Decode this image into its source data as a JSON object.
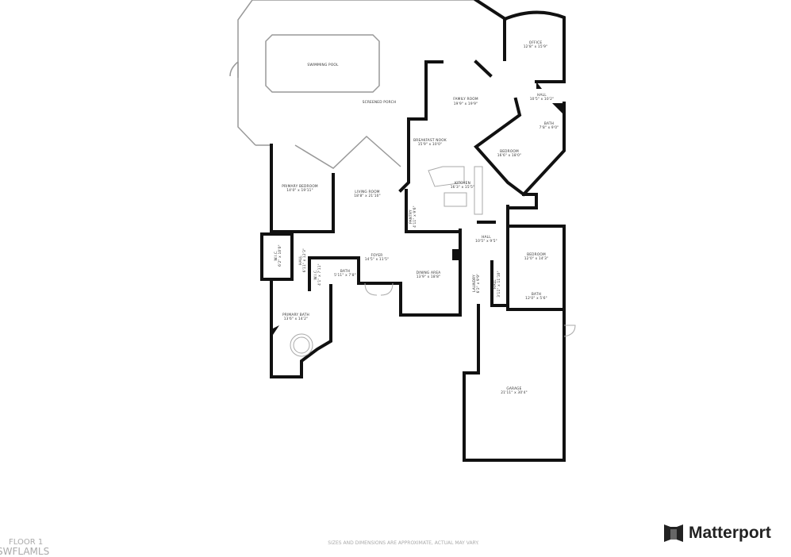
{
  "floor_label": "FLOOR 1",
  "source_label": "SWFLAMLS",
  "disclaimer": "SIZES AND DIMENSIONS ARE APPROXIMATE, ACTUAL MAY VARY.",
  "brand": "Matterport",
  "rooms": {
    "pool": {
      "name": "SWIMMING POOL",
      "dim": ""
    },
    "porch": {
      "name": "SCREENED PORCH",
      "dim": ""
    },
    "family": {
      "name": "FAMILY ROOM",
      "dim": "19'9\" x 19'9\""
    },
    "nook": {
      "name": "BREAKFAST NOOK",
      "dim": "15'9\" x 10'0\""
    },
    "kitchen": {
      "name": "KITCHEN",
      "dim": "16'3\" x 15'5\""
    },
    "office": {
      "name": "OFFICE",
      "dim": "12'8\" x 15'9\""
    },
    "hall_ne": {
      "name": "HALL",
      "dim": "10'5\" x 10'2\""
    },
    "bath_ne": {
      "name": "BATH",
      "dim": "7'8\" x 9'0\""
    },
    "bedroom_ne": {
      "name": "BEDROOM",
      "dim": "16'6\" x 18'0\""
    },
    "primary_bedroom": {
      "name": "PRIMARY BEDROOM",
      "dim": "14'0\" x 19'11\""
    },
    "living": {
      "name": "LIVING ROOM",
      "dim": "18'8\" x 21'10\""
    },
    "pantry": {
      "name": "PANTRY",
      "dim": "4'11\" x 9'6\""
    },
    "hall_c": {
      "name": "HALL",
      "dim": "10'5\" x 9'5\""
    },
    "bedroom_e": {
      "name": "BEDROOM",
      "dim": "12'0\" x 14'3\""
    },
    "foyer": {
      "name": "FOYER",
      "dim": "14'5\" x 11'5\""
    },
    "dining": {
      "name": "DINING AREA",
      "dim": "13'9\" x 18'8\""
    },
    "wic1": {
      "name": "W.I.C.",
      "dim": "6'2\" x 10'0\""
    },
    "hall_w": {
      "name": "HALL",
      "dim": "6'11\" x 12'3\""
    },
    "wic2": {
      "name": "W.I.C.",
      "dim": "4'1\" x 7'11\""
    },
    "bath_w": {
      "name": "BATH",
      "dim": "5'11\" x 7'8\""
    },
    "laundry": {
      "name": "LAUNDRY",
      "dim": "6'2\" x 9'9\""
    },
    "hall_s": {
      "name": "HALL",
      "dim": "3'11\" x 11'10\""
    },
    "bath_e": {
      "name": "BATH",
      "dim": "12'0\" x 5'6\""
    },
    "primary_bath": {
      "name": "PRIMARY BATH",
      "dim": "13'6\" x 14'2\""
    },
    "garage": {
      "name": "GARAGE",
      "dim": "21'11\" x 30'4\""
    }
  }
}
